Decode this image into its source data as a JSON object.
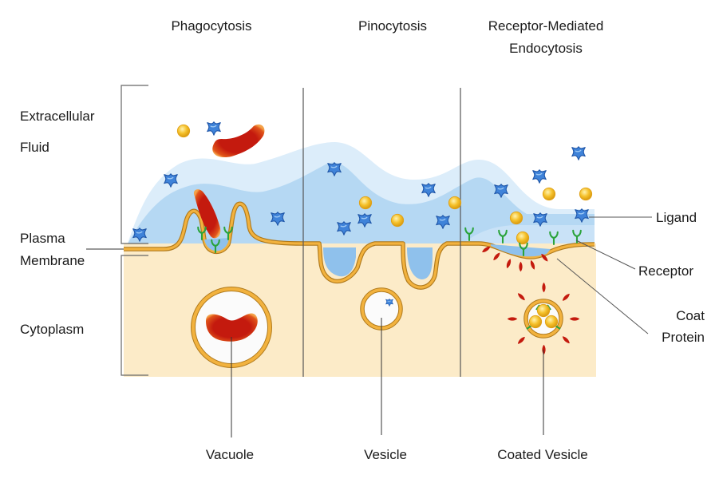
{
  "titles": {
    "phagocytosis": "Phagocytosis",
    "pinocytosis": "Pinocytosis",
    "rme_line1": "Receptor-Mediated",
    "rme_line2": "Endocytosis"
  },
  "left_labels": {
    "extracellular_line1": "Extracellular",
    "extracellular_line2": "Fluid",
    "membrane_line1": "Plasma",
    "membrane_line2": "Membrane",
    "cytoplasm": "Cytoplasm"
  },
  "right_labels": {
    "ligand": "Ligand",
    "receptor": "Receptor",
    "coat_line1": "Coat",
    "coat_line2": "Protein"
  },
  "bottom_labels": {
    "vacuole": "Vacuole",
    "vesicle": "Vesicle",
    "coated_vesicle": "Coated Vesicle"
  },
  "colors": {
    "cytoplasm": "#fcebc8",
    "membrane": "#f2b23e",
    "fluid_light": "#dcedfa",
    "fluid_mid": "#b5d8f3",
    "fluid_dark": "#8fc1ec",
    "ligand_blue": "#3f83d9",
    "ball_yellow": "#f5c12a",
    "cell_red": "#c41a0e",
    "receptor_green": "#2aa33a"
  }
}
